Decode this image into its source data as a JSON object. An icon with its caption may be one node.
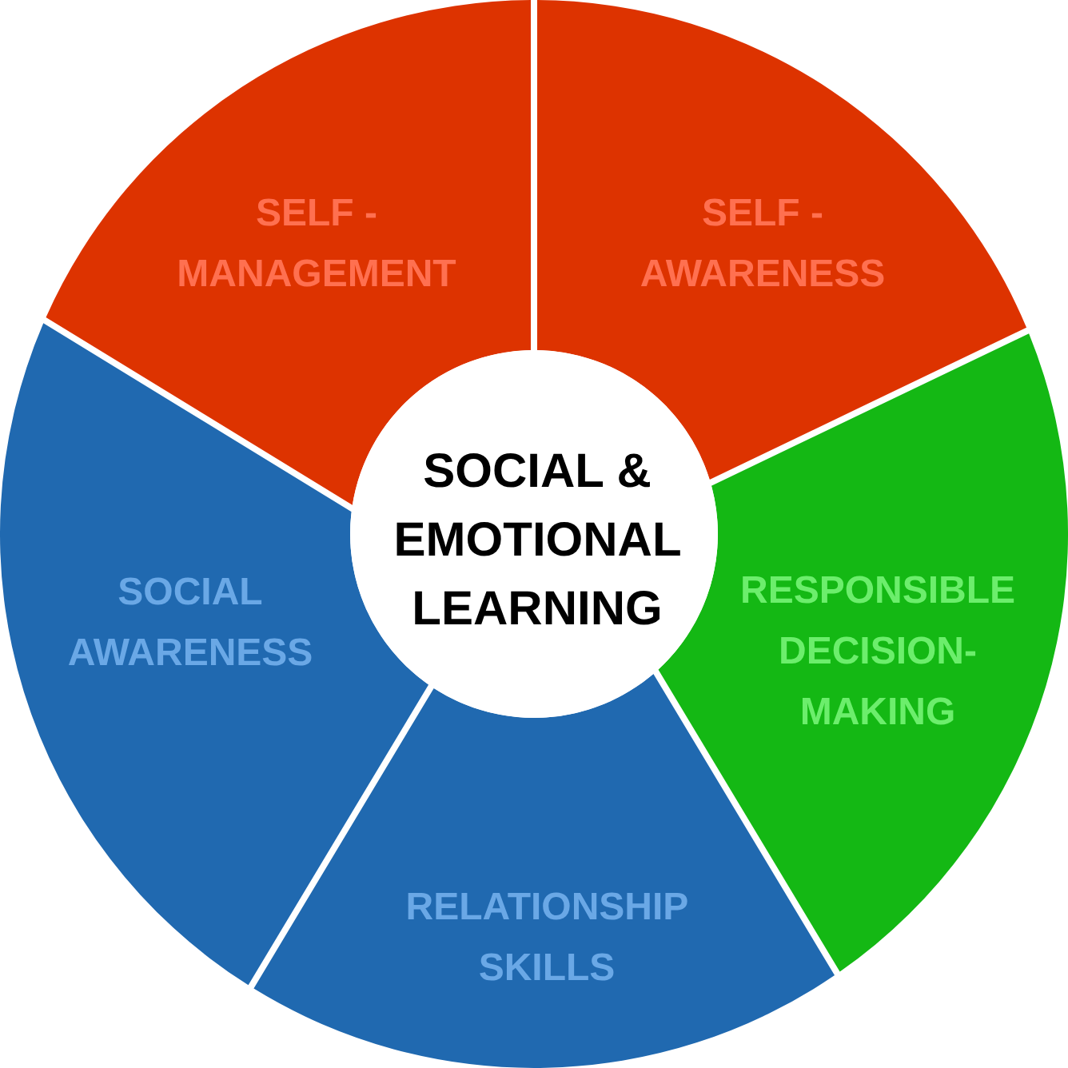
{
  "diagram": {
    "nodes": [
      {
        "text": [
          "SELF - MANAGEMENT"
        ]
      },
      {
        "text": [
          "SELF - AWARENESS"
        ]
      },
      {
        "text": [
          "SOCIAL & EMOTIONAL LEARNING"
        ]
      },
      {
        "text": [
          "SOCIAL AWARENESS"
        ]
      },
      {
        "text": [
          "RESPONSIBLE DECISION- MAKING"
        ]
      },
      {
        "text": [
          "RELATIONSHIP SKILLS"
        ]
      }
    ]
  }
}
